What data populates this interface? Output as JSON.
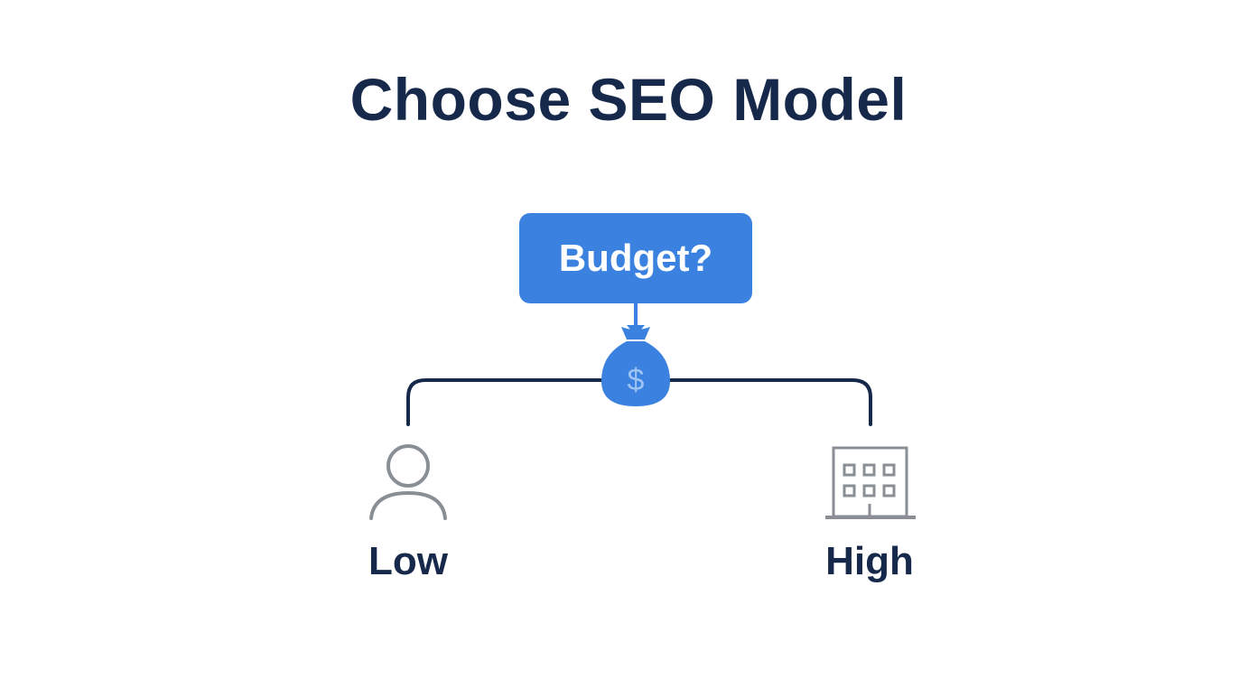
{
  "title": "Choose SEO Model",
  "decision": {
    "label": "Budget?",
    "icon": "money-bag-icon",
    "color": "#3b82e0"
  },
  "branches": [
    {
      "label": "Low",
      "icon": "person-icon"
    },
    {
      "label": "High",
      "icon": "office-building-icon"
    }
  ],
  "colors": {
    "title": "#17294a",
    "connector": "#17294a",
    "icon_gray": "#8a8f96"
  }
}
